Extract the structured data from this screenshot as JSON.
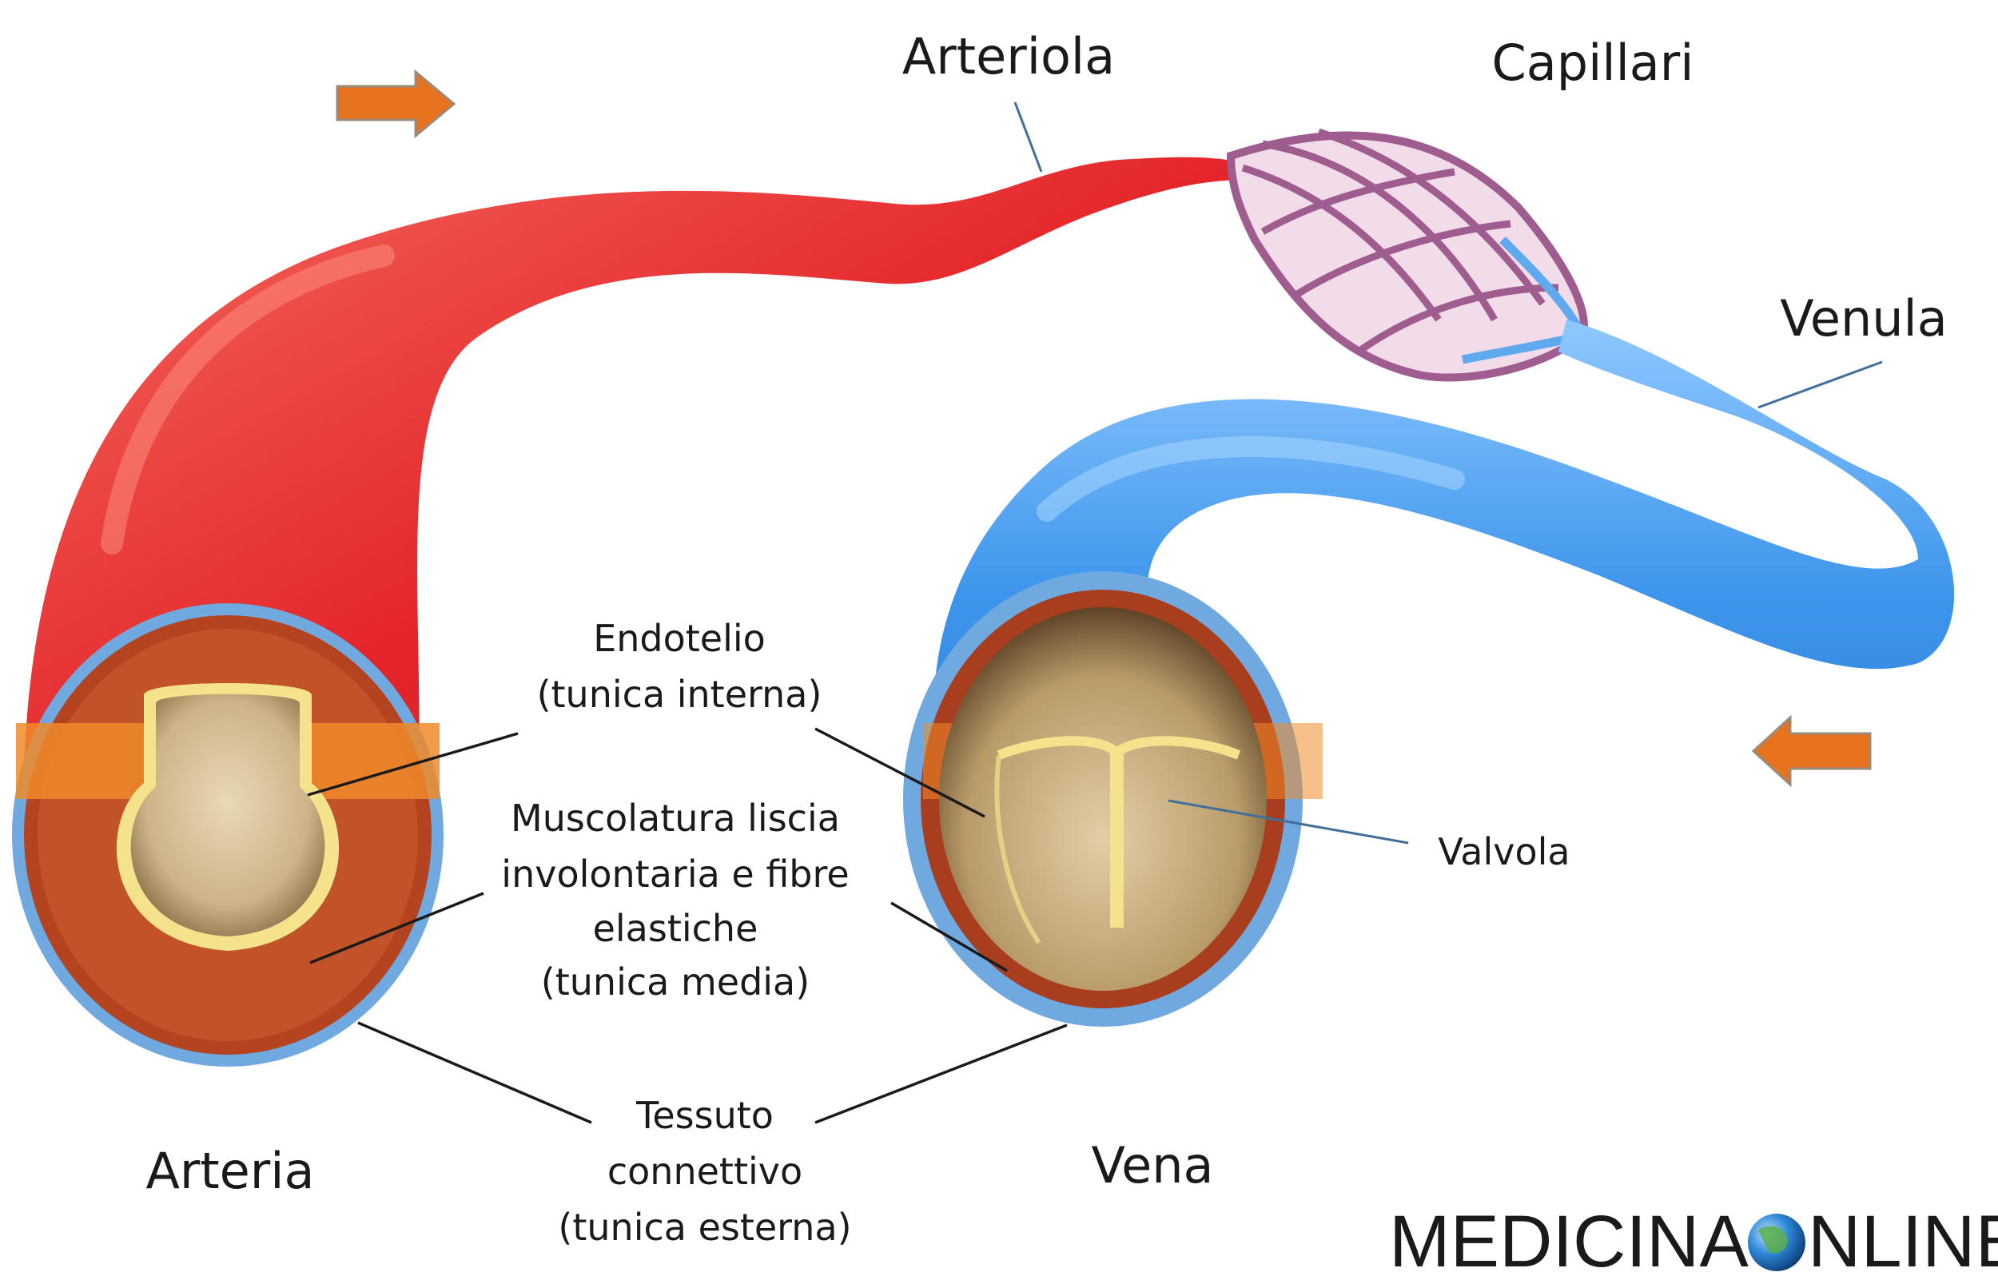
{
  "labels": {
    "arteriola": "Arteriola",
    "capillari": "Capillari",
    "venula": "Venula",
    "arteria": "Arteria",
    "vena": "Vena",
    "valvola": "Valvola",
    "endotelio": [
      "Endotelio",
      "(tunica interna)"
    ],
    "muscolatura": [
      "Muscolatura liscia",
      "involontaria e fibre",
      "elastiche",
      "(tunica media)"
    ],
    "tessuto": [
      "Tessuto",
      "connettivo",
      "(tunica esterna)"
    ]
  },
  "logo": {
    "left": "MEDICINA",
    "right": "NLINE",
    "globe_icon": "globe-icon"
  },
  "colors": {
    "artery": "#e4262b",
    "artery_light": "#f46a5e",
    "vein": "#3e96ec",
    "vein_light": "#8fc8ff",
    "capillary": "#9f5c8f",
    "arrow": "#e8731f",
    "wall_muscle": "#b4441f",
    "lumen": "#d9c49a",
    "endothelium": "#f0d060"
  }
}
